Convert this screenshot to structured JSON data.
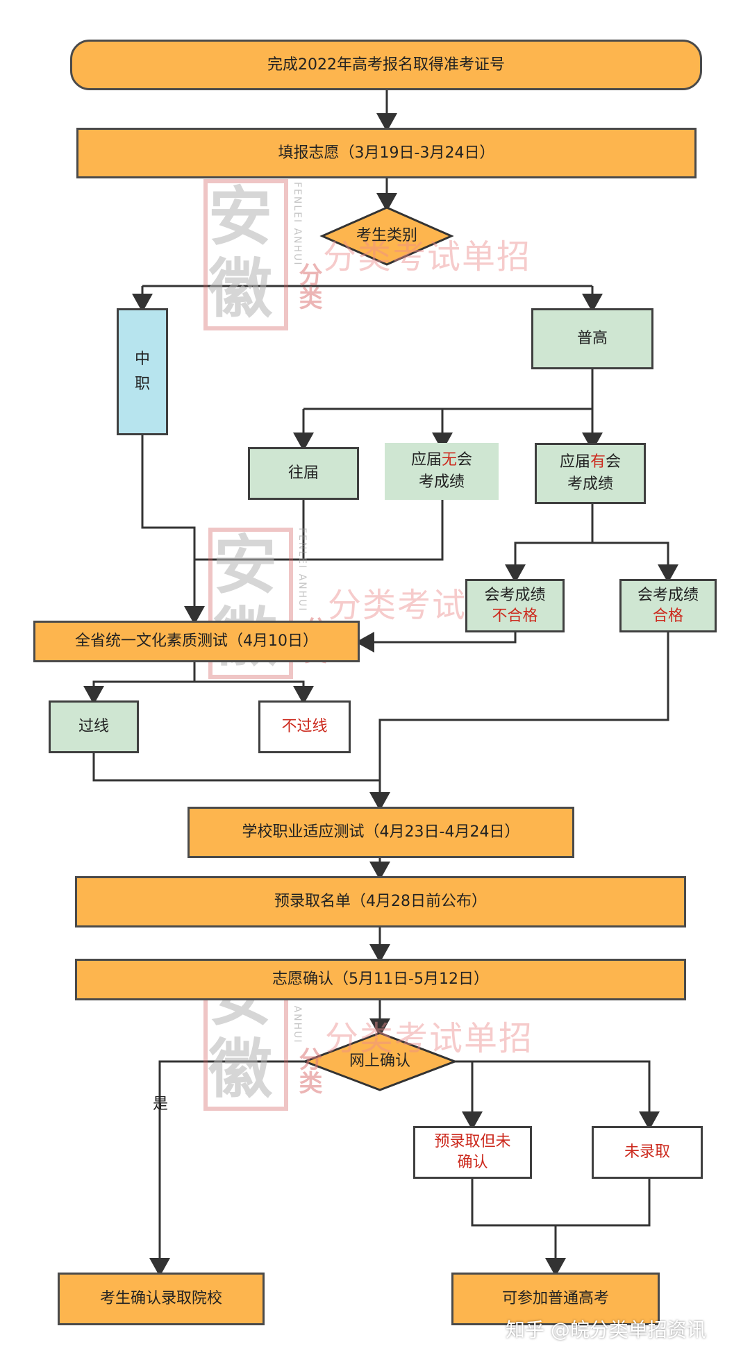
{
  "nodes": {
    "start": "完成2022年高考报名取得准考证号",
    "fill_application": "填报志愿（3月19日-3月24日）",
    "candidate_type": "考生类别",
    "vocational": [
      "中",
      "职"
    ],
    "general_high": "普高",
    "previous_grad": "往届",
    "current_no_score": {
      "a": "应届",
      "b": "无",
      "c": "会",
      "d": "考成绩"
    },
    "current_with_score": {
      "a": "应届",
      "b": "有",
      "c": "会",
      "d": "考成绩"
    },
    "score_fail": {
      "line1": "会考成绩",
      "line2": "不合格"
    },
    "score_pass": {
      "line1": "会考成绩",
      "line2": "合格"
    },
    "province_test": "全省统一文化素质测试（4月10日）",
    "passed_line": "过线",
    "not_passed_line": "不过线",
    "school_test": "学校职业适应测试（4月23日-4月24日）",
    "pre_admission": "预录取名单（4月28日前公布）",
    "confirm_choice": "志愿确认（5月11日-5月12日）",
    "online_confirm": "网上确认",
    "yes_label": "是",
    "pre_not_confirmed": {
      "line1": "预录取但未",
      "line2": "确认"
    },
    "not_admitted": "未录取",
    "confirm_school": "考生确认录取院校",
    "join_gaokao": "可参加普通高考"
  },
  "watermark": {
    "logo": [
      "安",
      "徽"
    ],
    "pinyin": "FENLEI ANHUI",
    "tag": "分类",
    "text": "分类考试单招"
  },
  "credit": "知乎 @皖分类单招资讯",
  "colors": {
    "orange": "#FDB54E",
    "green": "#CFE6D2",
    "blue": "#B7E4EE",
    "red_text": "#cc2a1e",
    "line": "#333333"
  }
}
